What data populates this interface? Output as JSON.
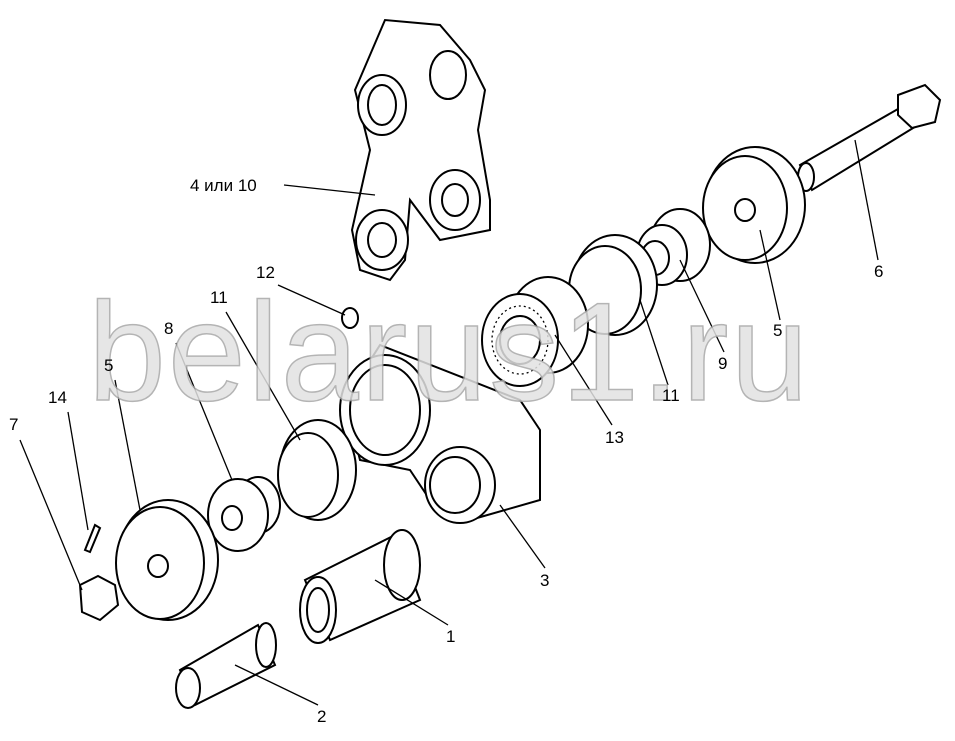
{
  "diagram": {
    "watermark": "belarus1.ru",
    "labels": {
      "part_4_10": "4 или 10",
      "part_12": "12",
      "part_11_left": "11",
      "part_8": "8",
      "part_5_left": "5",
      "part_14": "14",
      "part_7": "7",
      "part_13": "13",
      "part_11_right": "11",
      "part_9": "9",
      "part_5_right": "5",
      "part_6": "6",
      "part_3": "3",
      "part_1": "1",
      "part_2": "2"
    }
  }
}
